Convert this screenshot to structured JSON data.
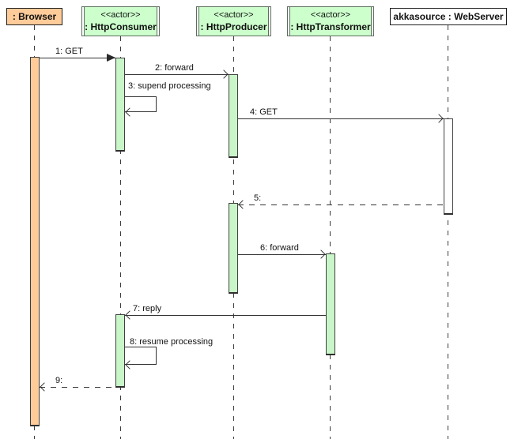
{
  "diagram_type": "uml-sequence-diagram",
  "participants": [
    {
      "id": "browser",
      "stereotype": "",
      "name": ": Browser"
    },
    {
      "id": "consumer",
      "stereotype": "<<actor>>",
      "name": ": HttpConsumer"
    },
    {
      "id": "producer",
      "stereotype": "<<actor>>",
      "name": ": HttpProducer"
    },
    {
      "id": "transformer",
      "stereotype": "<<actor>>",
      "name": ": HttpTransformer"
    },
    {
      "id": "webserver",
      "stereotype": "",
      "name": "akkasource : WebServer"
    }
  ],
  "messages": [
    {
      "label": "1: GET",
      "from": ": Browser",
      "to": ": HttpConsumer",
      "style": "solid-filled-arrow"
    },
    {
      "label": "2: forward",
      "from": ": HttpConsumer",
      "to": ": HttpProducer",
      "style": "solid-open-arrow"
    },
    {
      "label": "3: supend processing",
      "from": ": HttpConsumer",
      "to": ": HttpConsumer",
      "style": "self-message"
    },
    {
      "label": "4: GET",
      "from": ": HttpProducer",
      "to": "akkasource : WebServer",
      "style": "solid-open-arrow"
    },
    {
      "label": "5:",
      "from": "akkasource : WebServer",
      "to": ": HttpProducer",
      "style": "dashed-return"
    },
    {
      "label": "6: forward",
      "from": ": HttpProducer",
      "to": ": HttpTransformer",
      "style": "solid-open-arrow"
    },
    {
      "label": "7: reply",
      "from": ": HttpTransformer",
      "to": ": HttpConsumer",
      "style": "solid-open-arrow"
    },
    {
      "label": "8: resume processing",
      "from": ": HttpConsumer",
      "to": ": HttpConsumer",
      "style": "self-message"
    },
    {
      "label": "9:",
      "from": ": HttpConsumer",
      "to": ": Browser",
      "style": "dashed-return"
    }
  ],
  "colors": {
    "browser_fill": "#ffcc99",
    "actor_fill": "#ccffcc",
    "activation_green": "#c9f6c9",
    "server_fill": "#ffffff",
    "line": "#333333"
  }
}
